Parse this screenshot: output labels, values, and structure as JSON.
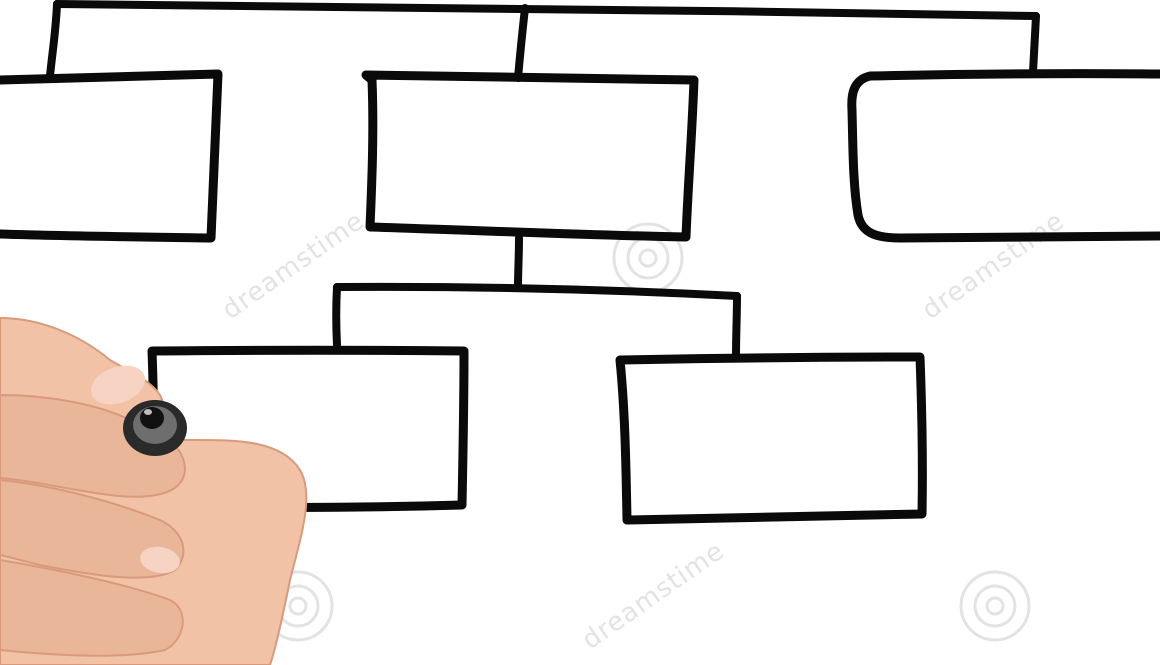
{
  "diagram": {
    "kind": "hand-drawn organizational chart",
    "boxes": [
      {
        "id": "box-top-left",
        "text": ""
      },
      {
        "id": "box-top-center",
        "text": ""
      },
      {
        "id": "box-top-right",
        "text": ""
      },
      {
        "id": "box-bottom-left",
        "text": ""
      },
      {
        "id": "box-bottom-right",
        "text": ""
      }
    ],
    "stroke_color": "#0a0a0a",
    "background_color": "#ffffff"
  },
  "watermark": {
    "text": "dreamstime",
    "color": "#e3e3e3"
  },
  "hand": {
    "skin_color": "#f1c2a6",
    "marker_color": "#2a2a2a"
  }
}
